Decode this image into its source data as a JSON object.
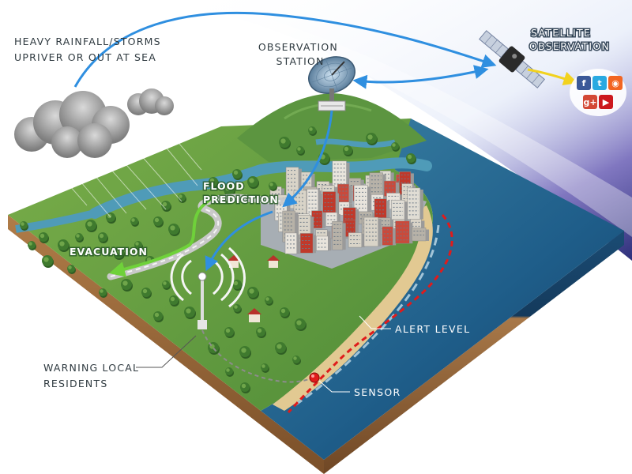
{
  "labels": {
    "rainfall": [
      "HEAVY RAINFALL/STORMS",
      "UPRIVER OR OUT AT SEA"
    ],
    "observation_station": [
      "OBSERVATION",
      "STATION"
    ],
    "satellite": [
      "SATELLITE",
      "OBSERVATION"
    ],
    "flood_prediction": [
      "FLOOD",
      "PREDICTION"
    ],
    "evacuation": "EVACUATION",
    "warning": [
      "WARNING LOCAL",
      "RESIDENTS"
    ],
    "alert_level": "ALERT LEVEL",
    "sensor": "SENSOR"
  },
  "social_icons": [
    {
      "name": "facebook",
      "glyph": "f",
      "color": "#3b5998"
    },
    {
      "name": "twitter",
      "glyph": "t",
      "color": "#29a9e1"
    },
    {
      "name": "rss",
      "glyph": "◉",
      "color": "#f26522"
    },
    {
      "name": "google-plus",
      "glyph": "g+",
      "color": "#d34836"
    },
    {
      "name": "youtube",
      "glyph": "▶",
      "color": "#cc181e"
    }
  ],
  "colors": {
    "flow_arrow": "#2f8fe0",
    "evacuation_arrow": "#6fd13a",
    "alert_line": "#e01b1b",
    "sea": "#1f5e8a",
    "land": "#5f9a3c",
    "soil": "#9b6b3c",
    "sky_band": "#5a4fa8"
  }
}
